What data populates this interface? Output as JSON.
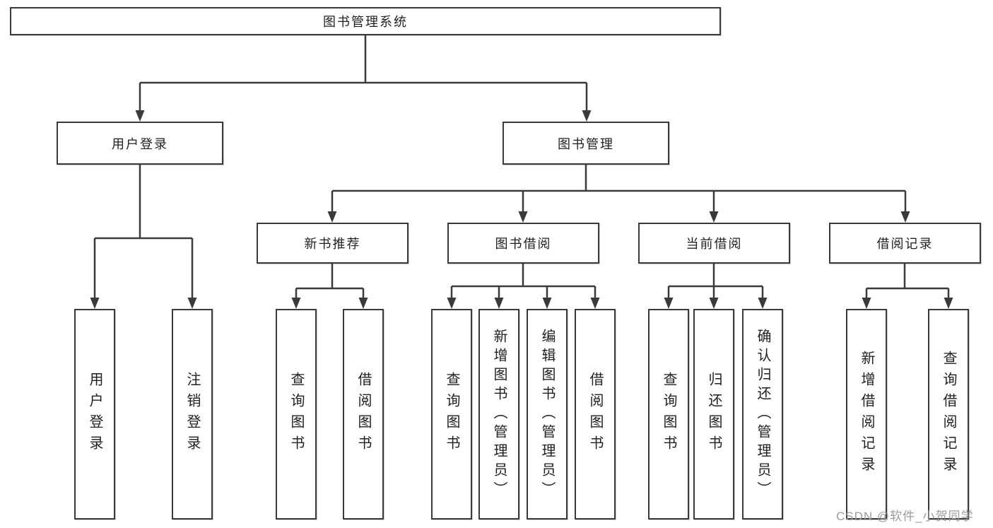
{
  "tree": {
    "label": "图书管理系统",
    "children": [
      {
        "label": "用户登录",
        "children": [
          {
            "label": "用户登录"
          },
          {
            "label": "注销登录"
          }
        ]
      },
      {
        "label": "图书管理",
        "children": [
          {
            "label": "新书推荐",
            "children": [
              {
                "label": "查询图书"
              },
              {
                "label": "借阅图书"
              }
            ]
          },
          {
            "label": "图书借阅",
            "children": [
              {
                "label": "查询图书"
              },
              {
                "label": "新增图书（管理员）"
              },
              {
                "label": "编辑图书（管理员）"
              },
              {
                "label": "借阅图书"
              }
            ]
          },
          {
            "label": "当前借阅",
            "children": [
              {
                "label": "查询图书"
              },
              {
                "label": "归还图书"
              },
              {
                "label": "确认归还（管理员）"
              }
            ]
          },
          {
            "label": "借阅记录",
            "children": [
              {
                "label": "新增借阅记录"
              },
              {
                "label": "查询借阅记录"
              }
            ]
          }
        ]
      }
    ]
  },
  "watermark": {
    "text": "CSDN @软件_小贺同学"
  },
  "colors": {
    "line": "#3a3a3a",
    "box_border": "#3a3a3a",
    "text": "#1f1f1f",
    "watermark": "#9a9aa0",
    "background": "#ffffff"
  }
}
